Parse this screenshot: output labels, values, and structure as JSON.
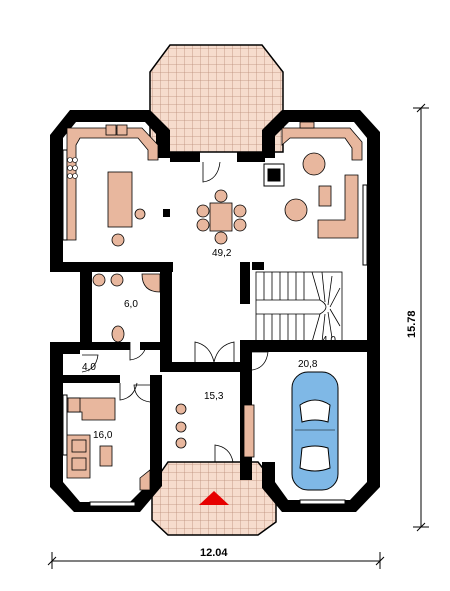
{
  "rooms": {
    "living_area": "49,2",
    "bathroom": "6,0",
    "small_room": "4,0",
    "hall": "15,3",
    "bedroom": "16,0",
    "garage": "20,8",
    "stair_landing": "4,0"
  },
  "dimensions": {
    "width": "12.04",
    "depth": "15.78"
  },
  "colors": {
    "wall": "#000000",
    "furniture": "#e8b79e",
    "terrace_tile": "#f6dccd",
    "tile_line": "#b98d78",
    "car": "#7fb8e6",
    "entry_arrow": "#e60000"
  },
  "icons": {
    "entry": "red-triangle-entry-icon"
  }
}
